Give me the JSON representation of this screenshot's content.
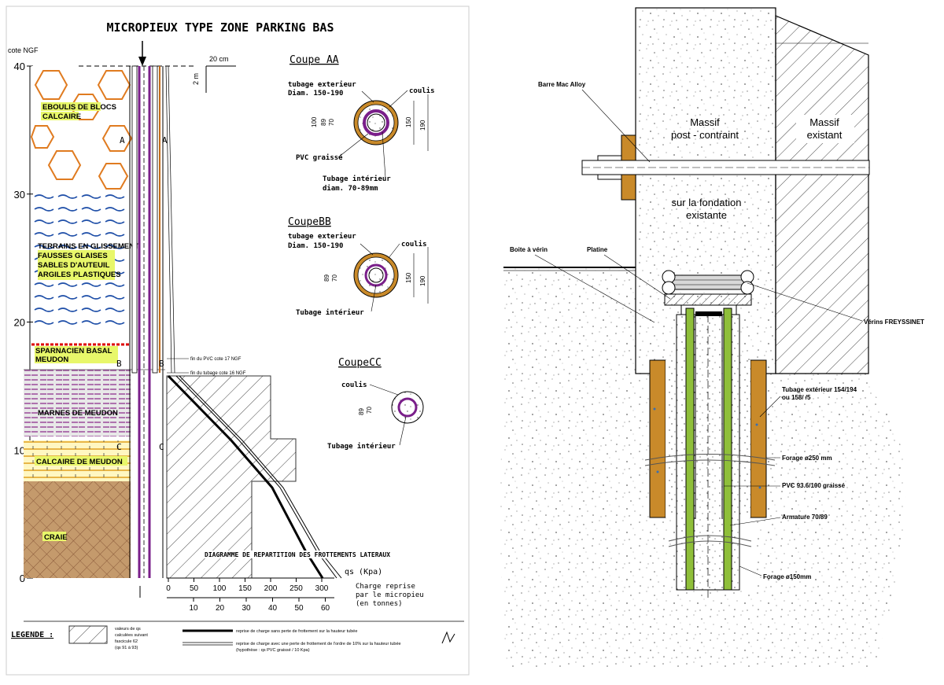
{
  "left": {
    "title": "MICROPIEUX TYPE ZONE PARKING BAS",
    "axis": {
      "label": "cote NGF",
      "ticks": [
        "40",
        "30",
        "20",
        "10",
        "0"
      ],
      "tick_values": [
        40,
        30,
        20,
        10,
        0
      ]
    },
    "scale": {
      "horizontal": "20 cm",
      "vertical": "2 m"
    },
    "strata": [
      {
        "label": "EBOULIS DE BLOCS",
        "label2": "CALCAIRE"
      },
      {
        "label": "TERRAINS EN GLISSEMENT",
        "label2": "FAUSSES GLAISES",
        "label3": "SABLES D'AUTEUIL",
        "label4": "ARGILES PLASTIQUES"
      },
      {
        "label": "SPARNACIEN BASAL",
        "label2": "MEUDON"
      },
      {
        "label": "MARNES DE MEUDON"
      },
      {
        "label": "CALCAIRE DE MEUDON"
      },
      {
        "label": "CRAIE"
      }
    ],
    "section_marks": {
      "a": "A",
      "b": "B",
      "c": "C"
    },
    "notes": {
      "pvc_end": "fin du PVC cote 17 NGF",
      "tubage_end": "fin du tubage cote 16 NGF"
    },
    "coupe_aa": {
      "title": "Coupe AA",
      "outer": "tubage exterieur",
      "outer_diam": "Diam. 150-190",
      "grout": "coulis",
      "pvc": "PVC graissé",
      "inner": "Tubage intérieur",
      "inner_diam": "diam. 70-89mm",
      "dims": [
        "100",
        "89",
        "70",
        "150",
        "190"
      ]
    },
    "coupe_bb": {
      "title": "CoupeBB",
      "outer": "tubage exterieur",
      "outer_diam": "Diam. 150-190",
      "grout": "coulis",
      "inner": "Tubage intérieur",
      "dims": [
        "89",
        "70",
        "150",
        "190"
      ]
    },
    "coupe_cc": {
      "title": "CoupeCC",
      "grout": "coulis",
      "inner": "Tubage intérieur",
      "dims": [
        "89",
        "70"
      ]
    },
    "diagram": {
      "title": "DIAGRAMME DE REPARTITION DES FROTTEMENTS LATERAUX",
      "qs_label": "qs (Kpa)",
      "qs_ticks": [
        "0",
        "50",
        "100",
        "150",
        "200",
        "250",
        "300"
      ],
      "charge_label1": "Charge reprise",
      "charge_label2": "par le micropieu",
      "charge_label3": "(en tonnes)",
      "charge_ticks": [
        "10",
        "20",
        "30",
        "40",
        "50",
        "60"
      ]
    },
    "legend": {
      "title": "LEGENDE :",
      "hatch1": "valeurs de qs",
      "hatch2": "calculées suivant",
      "hatch3": "fascicule 62",
      "hatch4": "(qs 91 à 93)",
      "line1": "reprise de charge sans perte de frottement sur la hauteur tubée",
      "line2a": "reprise de charge avec une perte de frottement de l'ordre de 10% sur la hauteur tubée",
      "line2b": "(hypothèse : qs PVC graissé / 10 Kpa)"
    }
  },
  "right": {
    "massif_post": {
      "line1": "Massif",
      "line2": "post - contraint"
    },
    "massif_existant": {
      "line1": "Massif",
      "line2": "existant"
    },
    "fondation": {
      "line1": "sur la fondation",
      "line2": "existante"
    },
    "labels": {
      "barre": "Barre Mac Alloy",
      "boite": "Boite à vérin",
      "platine": "Platine",
      "verins": "Vérins FREYSSINET",
      "tubage": "Tubage extérieur 154/194",
      "tubage2": "ou 158/ /5",
      "forage250": "Forage ø250 mm",
      "pvc": "PVC 93.6/100 graissé",
      "armature": "Armature 70/89",
      "forage150": "Forage ø150mm"
    }
  }
}
